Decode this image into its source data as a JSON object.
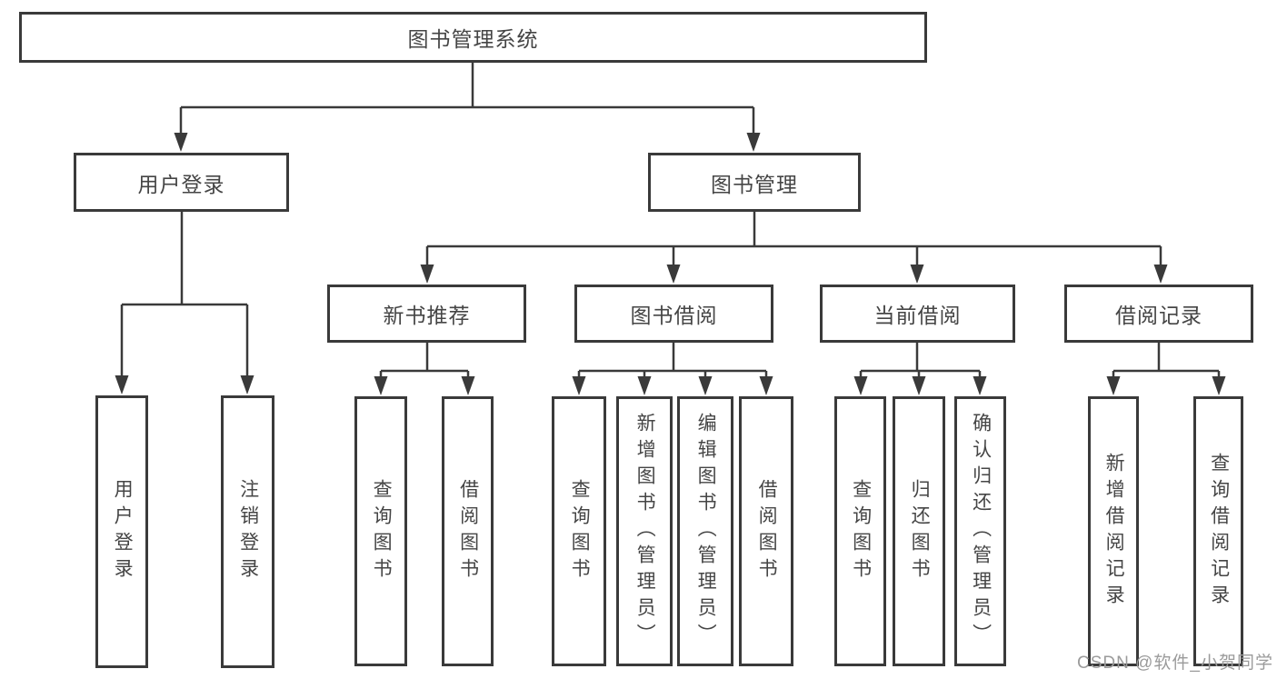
{
  "diagram_type": "hierarchy-tree",
  "colors": {
    "line": "#3a3a3a",
    "box_border": "#3a3a3a",
    "box_fill": "#ffffff",
    "text": "#454545",
    "watermark": "#9b9b9b",
    "background": "#ffffff"
  },
  "tree": {
    "label": "图书管理系统",
    "children": [
      {
        "label": "用户登录",
        "children": [
          {
            "label": "用户登录"
          },
          {
            "label": "注销登录"
          }
        ]
      },
      {
        "label": "图书管理",
        "children": [
          {
            "label": "新书推荐",
            "children": [
              {
                "label": "查询图书"
              },
              {
                "label": "借阅图书"
              }
            ]
          },
          {
            "label": "图书借阅",
            "children": [
              {
                "label": "查询图书"
              },
              {
                "label": "新增图书（管理员）"
              },
              {
                "label": "编辑图书（管理员）"
              },
              {
                "label": "借阅图书"
              }
            ]
          },
          {
            "label": "当前借阅",
            "children": [
              {
                "label": "查询图书"
              },
              {
                "label": "归还图书"
              },
              {
                "label": "确认归还（管理员）"
              }
            ]
          },
          {
            "label": "借阅记录",
            "children": [
              {
                "label": "新增借阅记录"
              },
              {
                "label": "查询借阅记录"
              }
            ]
          }
        ]
      }
    ]
  },
  "watermark": "CSDN @软件_小贺同学"
}
